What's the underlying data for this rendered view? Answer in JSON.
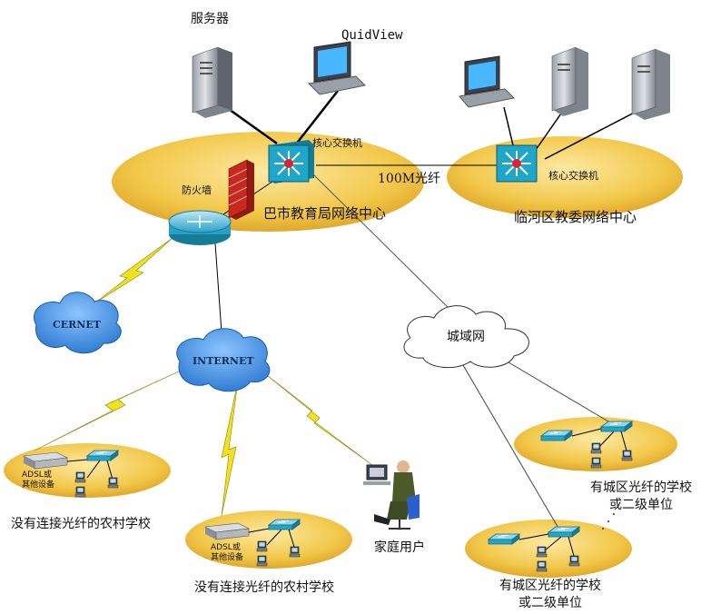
{
  "labels": {
    "server": "服务器",
    "quidview": "QuidView",
    "core_switch_main": "核心交换机",
    "core_switch_linhe": "核心交换机",
    "firewall": "防火墙",
    "fiber_100m": "100M光纤",
    "center_main": "巴市教育局网络中心",
    "center_linhe": "临河区教委网络中心",
    "cernet": "CERNET",
    "internet": "INTERNET",
    "metro": "城域网",
    "adsl_1": "ADSL或\n其他设备",
    "adsl_2": "ADSL或\n其他设备",
    "rural_school_1": "没有连接光纤的农村学校",
    "rural_school_2": "没有连接光纤的农村学校",
    "home_user": "家庭用户",
    "fiber_school_1_line1": "有城区光纤的学校",
    "fiber_school_1_line2": "或二级单位",
    "fiber_school_2_line1": "有城区光纤的学校",
    "fiber_school_2_line2": "或二级单位"
  },
  "colors": {
    "ellipse_fill": "#f2c84a",
    "ellipse_fill_light": "#fbe7a6",
    "cloud_blue": "#3a8fe0",
    "cloud_white": "#ffffff",
    "lightning": "#f2e21b",
    "switch_cyan": "#1fa7c9",
    "firewall_red": "#c8281e",
    "line": "#000000",
    "line_gray": "#555555"
  },
  "icons": [
    "server-icon",
    "monitor-icon",
    "core-switch-icon",
    "firewall-icon",
    "router-icon",
    "cloud-icon",
    "lightning-link",
    "adsl-modem-icon",
    "workgroup-switch-icon",
    "pc-icon",
    "home-user-icon"
  ]
}
